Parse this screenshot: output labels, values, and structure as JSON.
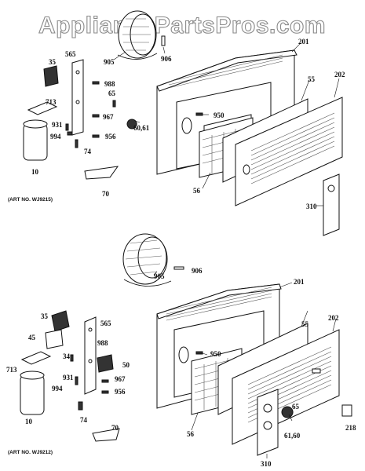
{
  "watermark": "AppliancePartsPros.com",
  "top_assembly": {
    "art_no": "(ART NO. WJ9215)",
    "labels": {
      "p905": "905",
      "p906": "906",
      "p201": "201",
      "p565": "565",
      "p35": "35",
      "p988": "988",
      "p65": "65",
      "p713": "713",
      "p967": "967",
      "p60_61": "60,61",
      "p55": "55",
      "p202": "202",
      "p950": "950",
      "p931": "931",
      "p994": "994",
      "p956": "956",
      "p74": "74",
      "p10": "10",
      "p70": "70",
      "p56": "56",
      "p310": "310"
    }
  },
  "bottom_assembly": {
    "art_no": "(ART NO. WJ9212)",
    "labels": {
      "p905": "905",
      "p906": "906",
      "p201": "201",
      "p35": "35",
      "p565": "565",
      "p45": "45",
      "p988": "988",
      "p55": "55",
      "p202": "202",
      "p34": "34",
      "p950": "950",
      "p50": "50",
      "p713": "713",
      "p931": "931",
      "p967": "967",
      "p994": "994",
      "p956": "956",
      "p10": "10",
      "p74": "74",
      "p65": "65",
      "p218": "218",
      "p56": "56",
      "p61_60": "61,60",
      "p70": "70",
      "p310": "310"
    }
  }
}
